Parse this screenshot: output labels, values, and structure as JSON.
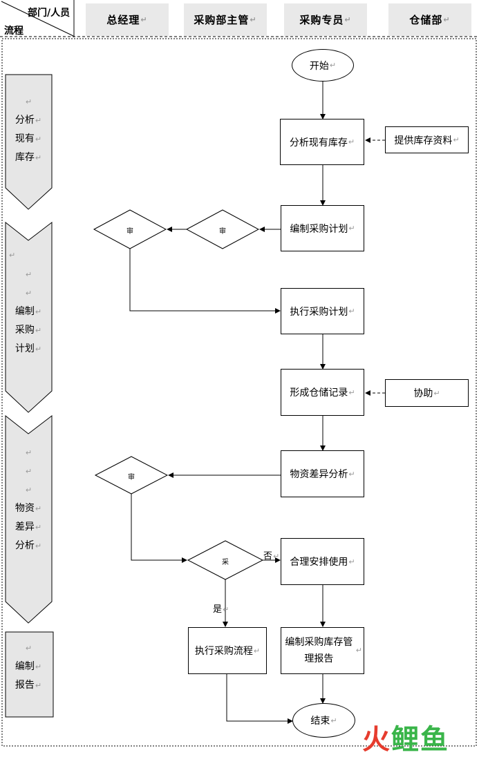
{
  "header": {
    "corner_top": "部门/人员",
    "corner_bottom": "流程",
    "columns": [
      "总经理",
      "采购部主管",
      "采购专员",
      "仓储部"
    ]
  },
  "phases": [
    {
      "lines": [
        "",
        "分析",
        "现有",
        "库存"
      ]
    },
    {
      "lines": [
        "",
        "",
        "编制",
        "采购",
        "计划"
      ]
    },
    {
      "lines": [
        "",
        "",
        "",
        "物资",
        "差异",
        "分析"
      ]
    },
    {
      "lines": [
        "",
        "编制",
        "报告"
      ]
    }
  ],
  "nodes": {
    "start": "开始",
    "analyze_stock": "分析现有库存",
    "provide_data": "提供库存资料",
    "make_plan": "编制采购计划",
    "review_supervisor": "审",
    "review_gm": "审",
    "execute_plan": "执行采购计划",
    "storage_record": "形成仓储记录",
    "assist": "协助",
    "diff_analysis": "物资差异分析",
    "review_gm2": "审",
    "purchase_decision": "采",
    "arrange_use": "合理安排使用",
    "execute_flow": "执行采购流程",
    "make_report": "编制采购库存管理报告",
    "end": "结束"
  },
  "labels": {
    "no": "否",
    "yes": "是"
  },
  "watermark": "火鲤鱼",
  "colors": {
    "header_bg": "#e9e9e9",
    "phase_fill": "#e6e6e6",
    "watermark_red": "#e63c2e",
    "watermark_green": "#3ab54a"
  }
}
